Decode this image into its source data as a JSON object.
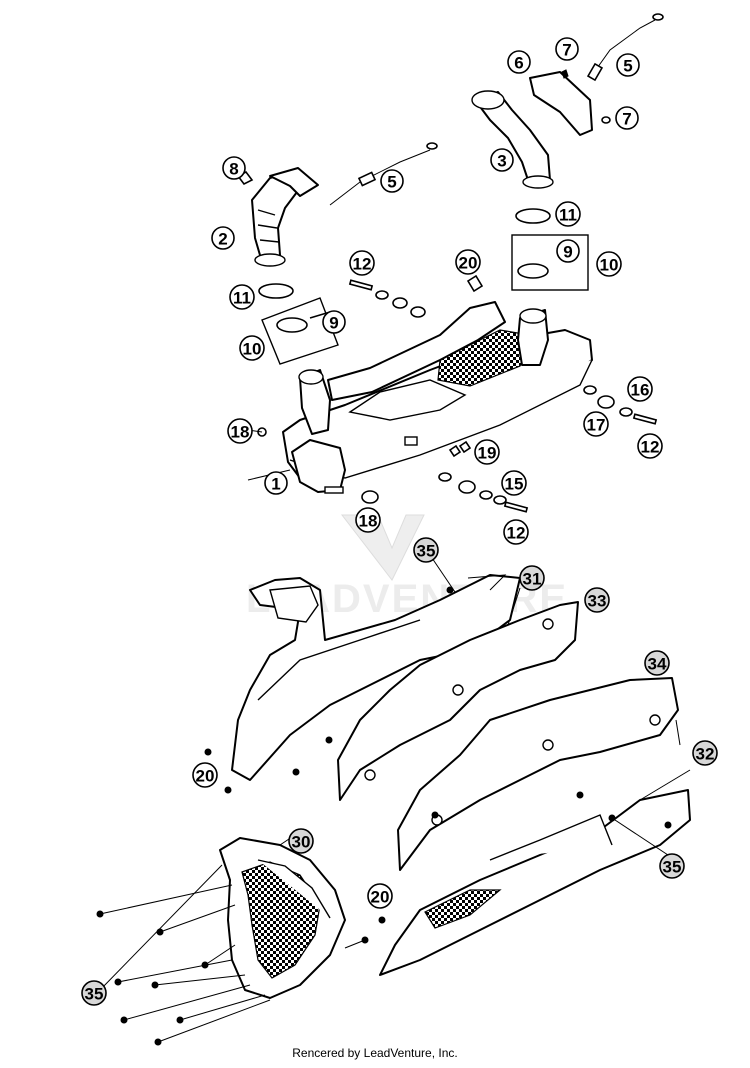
{
  "watermark": {
    "text": "LEADVENTURE"
  },
  "footer": {
    "credit": "Rencered by LeadVenture, Inc."
  },
  "callouts": [
    {
      "id": "c1",
      "label": "1",
      "shaded": false
    },
    {
      "id": "c2",
      "label": "2",
      "shaded": false
    },
    {
      "id": "c3",
      "label": "3",
      "shaded": false
    },
    {
      "id": "c5a",
      "label": "5",
      "shaded": false
    },
    {
      "id": "c5b",
      "label": "5",
      "shaded": false
    },
    {
      "id": "c6",
      "label": "6",
      "shaded": false
    },
    {
      "id": "c7a",
      "label": "7",
      "shaded": false
    },
    {
      "id": "c7b",
      "label": "7",
      "shaded": false
    },
    {
      "id": "c8",
      "label": "8",
      "shaded": false
    },
    {
      "id": "c9a",
      "label": "9",
      "shaded": false
    },
    {
      "id": "c9b",
      "label": "9",
      "shaded": false
    },
    {
      "id": "c10a",
      "label": "10",
      "shaded": false
    },
    {
      "id": "c10b",
      "label": "10",
      "shaded": false
    },
    {
      "id": "c11a",
      "label": "11",
      "shaded": false
    },
    {
      "id": "c11b",
      "label": "11",
      "shaded": false
    },
    {
      "id": "c12a",
      "label": "12",
      "shaded": false
    },
    {
      "id": "c12b",
      "label": "12",
      "shaded": false
    },
    {
      "id": "c12c",
      "label": "12",
      "shaded": false
    },
    {
      "id": "c15",
      "label": "15",
      "shaded": false
    },
    {
      "id": "c16",
      "label": "16",
      "shaded": false
    },
    {
      "id": "c17",
      "label": "17",
      "shaded": false
    },
    {
      "id": "c18a",
      "label": "18",
      "shaded": false
    },
    {
      "id": "c18b",
      "label": "18",
      "shaded": false
    },
    {
      "id": "c19",
      "label": "19",
      "shaded": false
    },
    {
      "id": "c20a",
      "label": "20",
      "shaded": false
    },
    {
      "id": "c20b",
      "label": "20",
      "shaded": false
    },
    {
      "id": "c20c",
      "label": "20",
      "shaded": false
    },
    {
      "id": "c30",
      "label": "30",
      "shaded": true
    },
    {
      "id": "c31",
      "label": "31",
      "shaded": true
    },
    {
      "id": "c32",
      "label": "32",
      "shaded": true
    },
    {
      "id": "c33",
      "label": "33",
      "shaded": true
    },
    {
      "id": "c34",
      "label": "34",
      "shaded": true
    },
    {
      "id": "c35a",
      "label": "35",
      "shaded": true
    },
    {
      "id": "c35b",
      "label": "35",
      "shaded": true
    },
    {
      "id": "c35c",
      "label": "35",
      "shaded": true
    }
  ]
}
